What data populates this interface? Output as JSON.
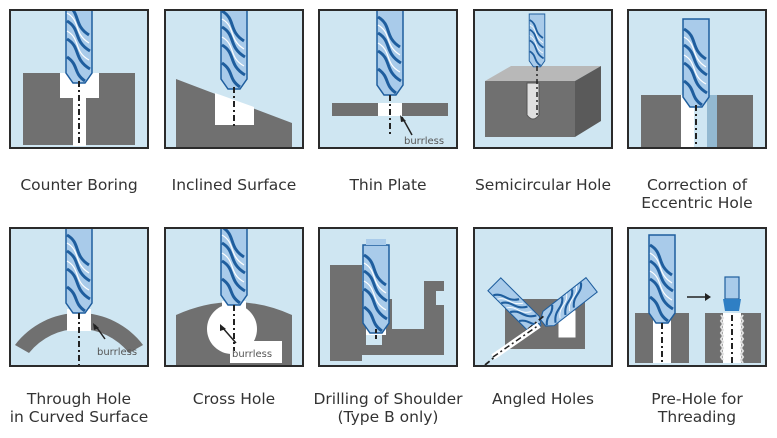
{
  "colors": {
    "panel_bg": "#cfe6f2",
    "metal": "#707070",
    "tool_blue": "#2f7fc4",
    "tool_light": "#a9cbea",
    "frame": "#2b2b2b",
    "hole": "#ffffff"
  },
  "annotation": "burrless",
  "panels": [
    {
      "id": "counter-boring",
      "caption": [
        "Counter Boring"
      ]
    },
    {
      "id": "inclined-surface",
      "caption": [
        "Inclined Surface"
      ]
    },
    {
      "id": "thin-plate",
      "caption": [
        "Thin Plate"
      ]
    },
    {
      "id": "semicircular-hole",
      "caption": [
        "Semicircular Hole"
      ]
    },
    {
      "id": "eccentric-hole",
      "caption": [
        "Correction of",
        "Eccentric Hole"
      ]
    },
    {
      "id": "curved-surface",
      "caption": [
        "Through Hole",
        "in Curved  Surface"
      ]
    },
    {
      "id": "cross-hole",
      "caption": [
        "Cross Hole"
      ]
    },
    {
      "id": "shoulder",
      "caption": [
        "Drilling of Shoulder",
        "(Type B only)"
      ]
    },
    {
      "id": "angled-holes",
      "caption": [
        "Angled Holes"
      ]
    },
    {
      "id": "pre-hole",
      "caption": [
        "Pre-Hole for",
        "Threading"
      ]
    }
  ]
}
